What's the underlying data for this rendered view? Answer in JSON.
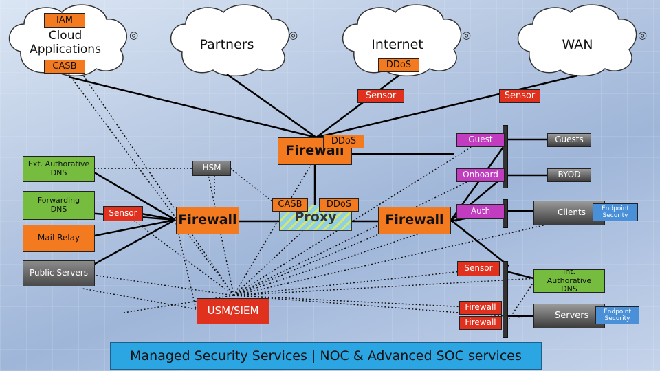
{
  "clouds": {
    "c1": {
      "tag_top": "IAM",
      "line1": "Cloud",
      "line2": "Applications",
      "tag_bottom": "CASB"
    },
    "c2": {
      "label": "Partners"
    },
    "c3": {
      "label": "Internet",
      "tag": "DDoS"
    },
    "c4": {
      "label": "WAN"
    }
  },
  "sensors": {
    "internet": "Sensor",
    "wan": "Sensor",
    "left": "Sensor",
    "right": "Sensor"
  },
  "left": {
    "ext_dns": "Ext. Authorative DNS",
    "fwd_dns": "Forwarding DNS",
    "mail_relay": "Mail Relay",
    "public_servers": "Public Servers"
  },
  "center": {
    "hsm": "HSM",
    "firewall_top": "Firewall",
    "firewall_top_ddos": "DDoS",
    "firewall_left": "Firewall",
    "proxy": "Proxy",
    "proxy_casb": "CASB",
    "proxy_ddos": "DDoS",
    "firewall_right": "Firewall",
    "usm_siem": "USM/SIEM"
  },
  "right": {
    "guest": "Guest",
    "onboard": "Onboard",
    "auth": "Auth",
    "guests": "Guests",
    "byod": "BYOD",
    "clients": "Clients",
    "endpoint_security_1": "Endpoint Security",
    "int_dns": "Int. Authorative DNS",
    "fw_a": "Firewall",
    "fw_b": "Firewall",
    "servers": "Servers",
    "endpoint_security_2": "Endpoint Security"
  },
  "banner": "Managed Security Services | NOC & Advanced SOC services"
}
